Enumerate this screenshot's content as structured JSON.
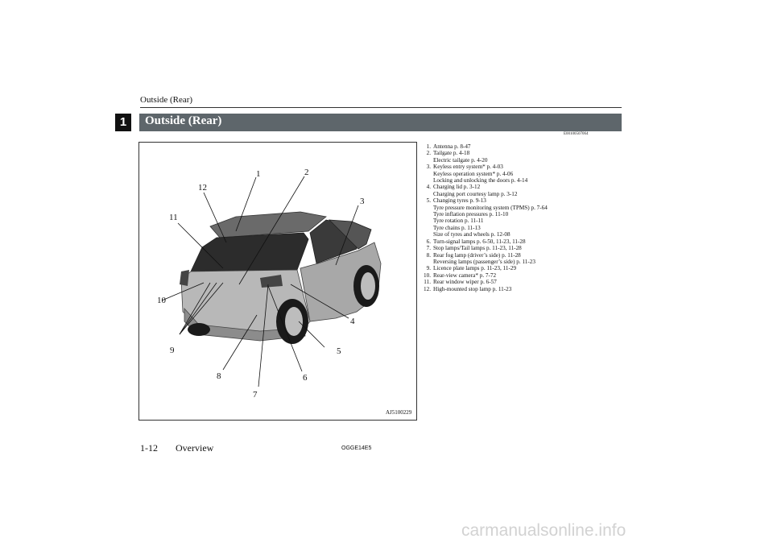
{
  "running_head": "Outside (Rear)",
  "chapter_number": "1",
  "section_title": "Outside (Rear)",
  "reference_code": "E00100507064",
  "figure": {
    "code": "AJ5100229",
    "labels": [
      "1",
      "2",
      "3",
      "4",
      "5",
      "6",
      "7",
      "8",
      "9",
      "10",
      "11",
      "12"
    ]
  },
  "items": [
    {
      "num": "1.",
      "lines": [
        "Antenna p. 8-47"
      ]
    },
    {
      "num": "2.",
      "lines": [
        "Tailgate p. 4-18",
        "Electric tailgate p. 4-20"
      ]
    },
    {
      "num": "3.",
      "lines": [
        "Keyless entry system* p. 4-03",
        "Keyless operation system* p. 4-06",
        "Locking and unlocking the doors p. 4-14"
      ]
    },
    {
      "num": "4.",
      "lines": [
        "Charging lid p. 3-12",
        "Charging port courtesy lamp p. 3-12"
      ]
    },
    {
      "num": "5.",
      "lines": [
        "Changing tyres p. 9-13",
        "Tyre pressure monitoring system (TPMS) p. 7-64",
        "Tyre inflation pressures p. 11-10",
        "Tyre rotation p. 11-11",
        "Tyre chains p. 11-13",
        "Size of tyres and wheels p. 12-08"
      ]
    },
    {
      "num": "6.",
      "lines": [
        "Turn-signal lamps p. 6-50, 11-23, 11-28"
      ]
    },
    {
      "num": "7.",
      "lines": [
        "Stop lamps/Tail lamps p. 11-23, 11-28"
      ]
    },
    {
      "num": "8.",
      "lines": [
        "Rear fog lamp (driver’s side) p. 11-28",
        "Reversing lamps (passenger’s side) p. 11-23"
      ]
    },
    {
      "num": "9.",
      "lines": [
        "Licence plate lamps p. 11-23, 11-29"
      ]
    },
    {
      "num": "10.",
      "lines": [
        "Rear-view camera* p. 7-72"
      ]
    },
    {
      "num": "11.",
      "lines": [
        "Rear window wiper p. 6-57"
      ]
    },
    {
      "num": "12.",
      "lines": [
        "High-mounted stop lamp p. 11-23"
      ]
    }
  ],
  "footer": {
    "page": "1-12",
    "section": "Overview",
    "code": "OGGE14E5"
  },
  "watermark": "carmanualsonline.info"
}
